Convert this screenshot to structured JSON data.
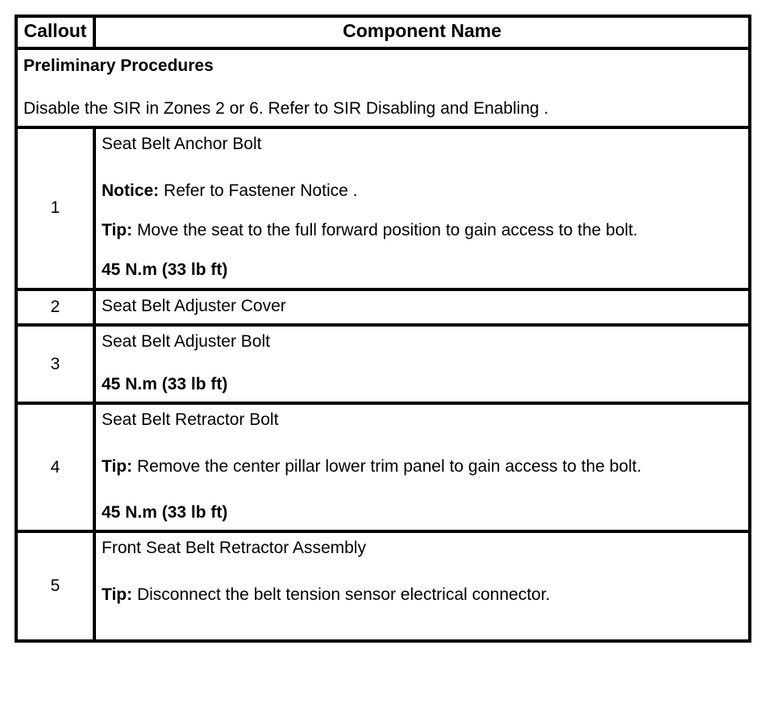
{
  "table": {
    "headers": {
      "callout": "Callout",
      "component_name": "Component Name"
    },
    "preliminary": {
      "title": "Preliminary Procedures",
      "body": "Disable the SIR in Zones 2 or 6. Refer to SIR Disabling and Enabling ."
    },
    "rows": [
      {
        "callout": "1",
        "name": "Seat Belt Anchor Bolt",
        "notice_label": "Notice:",
        "notice_text": " Refer to Fastener Notice .",
        "tip_label": "Tip:",
        "tip_text": " Move the seat to the full forward position to gain access to the bolt.",
        "torque": "45 N.m (33 lb ft)"
      },
      {
        "callout": "2",
        "name": "Seat Belt Adjuster Cover"
      },
      {
        "callout": "3",
        "name": "Seat Belt Adjuster Bolt",
        "torque": "45 N.m (33 lb ft)"
      },
      {
        "callout": "4",
        "name": "Seat Belt Retractor Bolt",
        "tip_label": "Tip:",
        "tip_text": " Remove the center pillar lower trim panel to gain access to the bolt.",
        "torque": "45 N.m (33 lb ft)"
      },
      {
        "callout": "5",
        "name": "Front Seat Belt Retractor Assembly",
        "tip_label": "Tip:",
        "tip_text": " Disconnect the belt tension sensor electrical connector."
      }
    ]
  },
  "colors": {
    "background": "#ffffff",
    "text": "#000000",
    "border": "#000000"
  }
}
